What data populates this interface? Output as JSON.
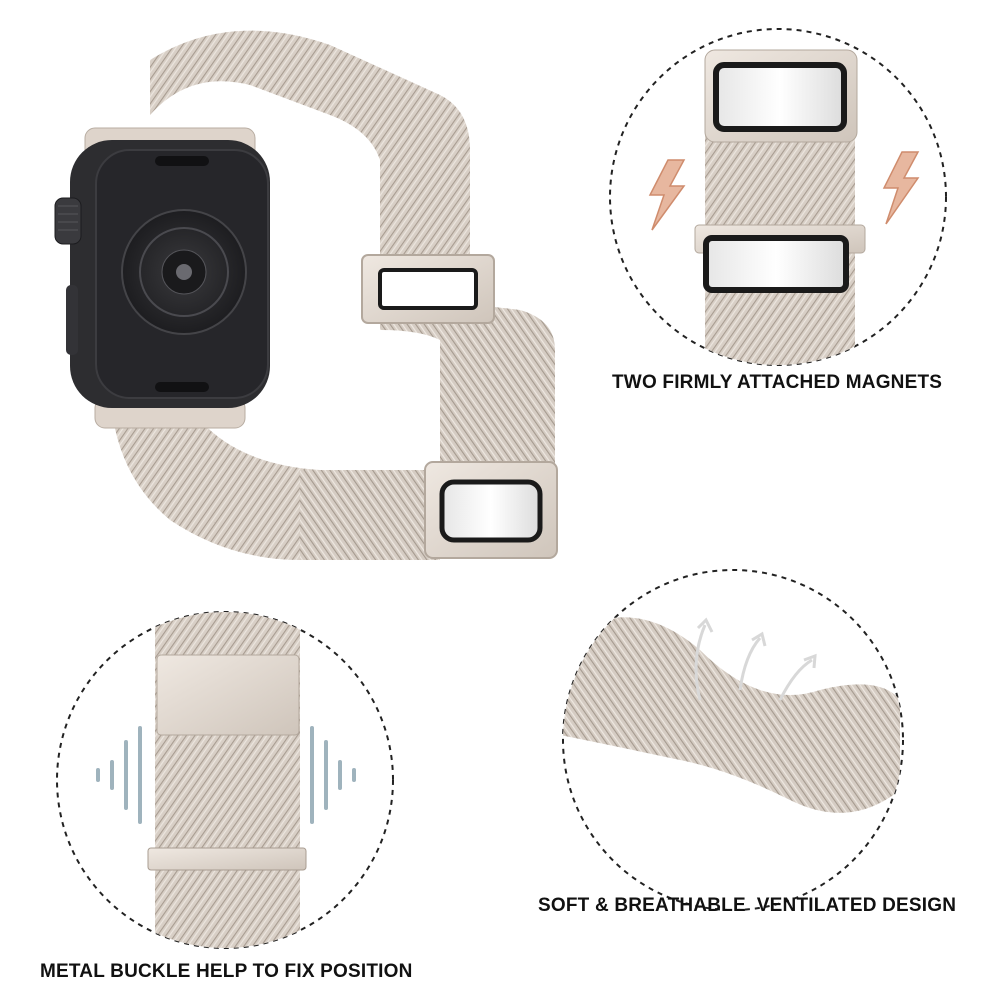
{
  "captions": {
    "magnets": "TWO FIRMLY ATTACHED MAGNETS",
    "breathable": "SOFT & BREATHABLE  VENTILATED DESIGN",
    "buckle": "METAL BUCKLE HELP TO FIX POSITION"
  },
  "colors": {
    "band": "#d9d0c8",
    "band_shade": "#b9afa5",
    "watch_body": "#2b2b2e",
    "magnet_frame": "#1a1a1a",
    "accent_lightning": "#e2a58a",
    "vibration_lines": "#9fb3bd"
  },
  "icons": {
    "lightning": "lightning-bolt-icon",
    "arrows": "flex-arrows-icon",
    "vibration": "vibration-lines-icon"
  }
}
